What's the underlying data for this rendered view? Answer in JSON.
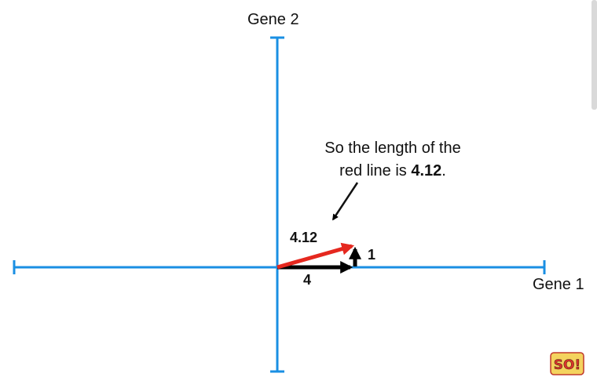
{
  "axes": {
    "x_label": "Gene 1",
    "y_label": "Gene 2"
  },
  "callout": {
    "line1": "So the length of the",
    "line2_prefix": "red line is ",
    "line2_value": "4.12",
    "line2_suffix": "."
  },
  "vectors": {
    "horizontal_label": "4",
    "vertical_label": "1",
    "hypotenuse_label": "4.12"
  },
  "logo": {
    "text": "SO!"
  },
  "colors": {
    "axis": "#1a8fe3",
    "hypotenuse": "#e5281f",
    "components": "#000000",
    "text": "#111111"
  }
}
